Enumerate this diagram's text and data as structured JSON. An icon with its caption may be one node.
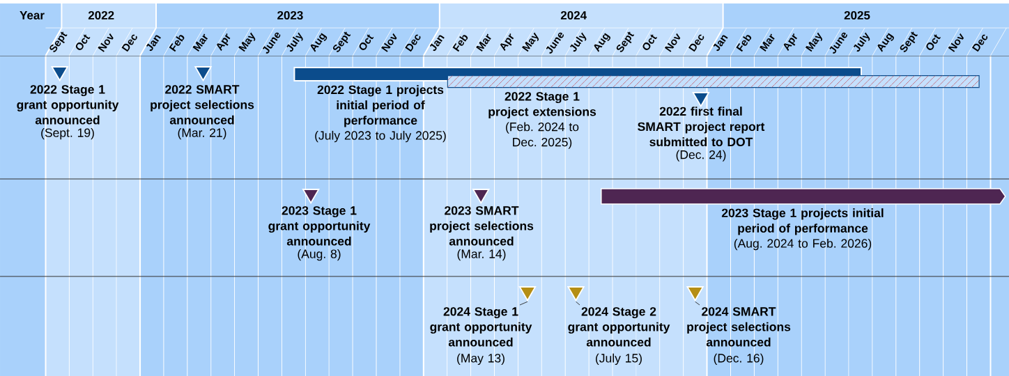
{
  "diagram": {
    "nodes": [
      {
        "text": [],
        "shape": "triangle"
      },
      {
        "text": [],
        "shape": "triangle"
      },
      {
        "text": [],
        "shape": "bar"
      },
      {
        "text": [],
        "shape": "bar"
      },
      {
        "text": [],
        "shape": "triangle"
      },
      {
        "text": [],
        "shape": "triangle"
      },
      {
        "text": [],
        "shape": "triangle"
      },
      {
        "text": [],
        "shape": "arrow"
      },
      {
        "text": [],
        "shape": "triangle"
      },
      {
        "text": [
          "2024 Stage 1 grant opportunity announced",
          "(May 13)"
        ]
      },
      {
        "text": [],
        "shape": "triangle"
      },
      {
        "text": [
          "2024 Stage 2 grant opportunity announced",
          "(July 15)"
        ]
      },
      {
        "text": [],
        "shape": "triangle"
      },
      {
        "text": [
          "2024 SMART project selections announced",
          "(Dec. 16)"
        ]
      }
    ],
    "edges": [
      {
        "from": 9,
        "to": 8,
        "arrow": "none"
      },
      {
        "from": 11,
        "to": 10,
        "arrow": "none"
      },
      {
        "from": 13,
        "to": 12,
        "arrow": "none"
      }
    ],
    "labels": [
      "Year",
      "2022",
      "2023",
      "2024",
      "2025",
      "Sept",
      "Oct",
      "Nov",
      "Dec",
      "Jan",
      "Feb",
      "Mar",
      "Apr",
      "May",
      "June",
      "July",
      "Aug",
      "Sept",
      "Oct",
      "Nov",
      "Dec",
      "Jan",
      "Feb",
      "Mar",
      "Apr",
      "May",
      "June",
      "July",
      "Aug",
      "Sept",
      "Oct",
      "Nov",
      "Dec",
      "Jan",
      "Feb",
      "Mar",
      "Apr",
      "May",
      "June",
      "July",
      "Aug",
      "Sept",
      "Oct",
      "Nov",
      "Dec",
      "2022 Stage 1 grant opportunity announced",
      "(Sept. 19)",
      "2022 SMART project selections announced",
      "(Mar. 21)",
      "2022 Stage 1 projects initial period of performance",
      "(July 2023 to July 2025)",
      "2022 Stage 1 project extensions",
      "(Feb. 2024 to Dec. 2025)",
      "2022 first final SMART project report submitted to DOT",
      "(Dec. 24)",
      "2023 Stage 1 grant opportunity announced",
      "(Aug. 8)",
      "2023 SMART project selections announced",
      "(Mar. 14)",
      "2023 Stage 1 projects initial period of performance",
      "(Aug. 2024 to Feb. 2026)"
    ]
  }
}
